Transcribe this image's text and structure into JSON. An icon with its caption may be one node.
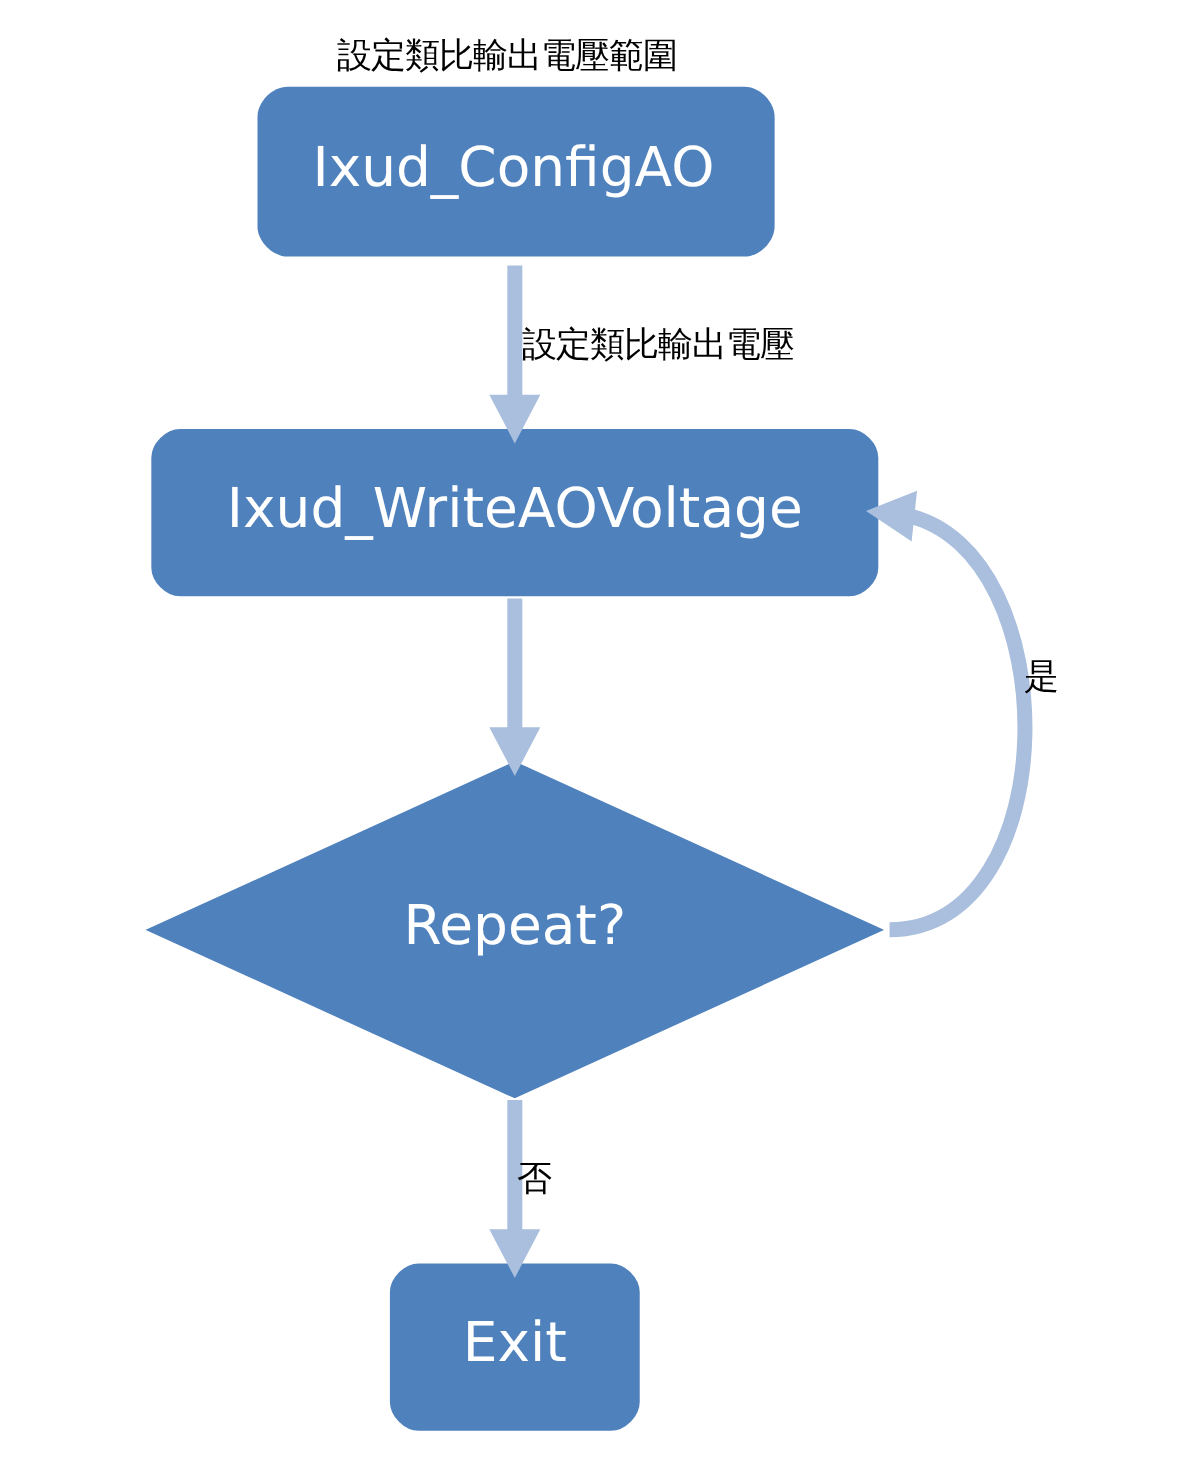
{
  "diagram": {
    "nodes": [
      {
        "text": [
          "Ixud_ConfigAO"
        ],
        "beside": [
          "設定類比輸出電壓範圍"
        ]
      },
      {
        "text": [
          "Ixud_WriteAOVoltage"
        ]
      },
      {
        "text": [
          "Repeat?"
        ]
      },
      {
        "text": [
          "Exit"
        ]
      }
    ],
    "edges": [
      {
        "from": 0,
        "to": 1,
        "arrow": "to",
        "label": "設定類比輸出電壓"
      },
      {
        "from": 1,
        "to": 2,
        "arrow": "to"
      },
      {
        "from": 2,
        "to": 1,
        "arrow": "to",
        "label": "是"
      },
      {
        "from": 2,
        "to": 3,
        "arrow": "to",
        "label": "否"
      }
    ]
  }
}
